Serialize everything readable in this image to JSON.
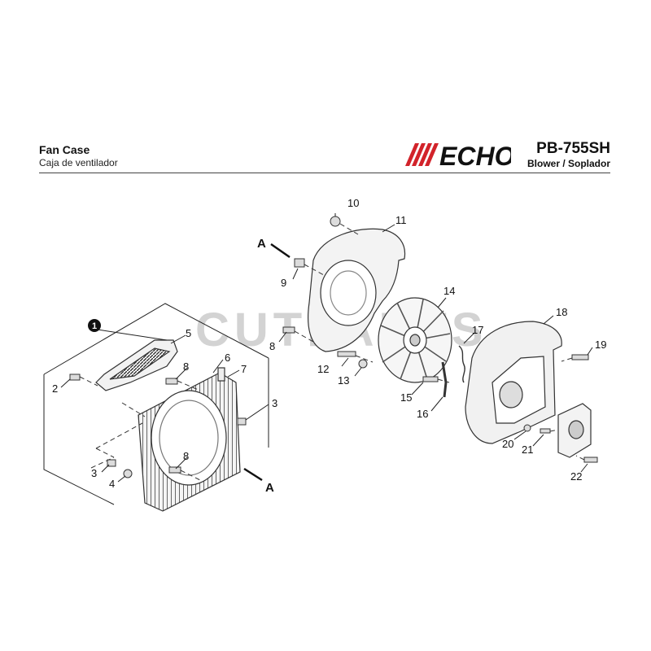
{
  "header": {
    "title": "Fan Case",
    "subtitle": "Caja de ventilador",
    "brand": "ECHO",
    "model": "PB-755SH",
    "model_subtitle": "Blower / Soplador"
  },
  "watermark": "CUTPARTS",
  "callouts": {
    "assembly": "1",
    "ref_a_top": "A",
    "ref_a_bottom": "A",
    "p2": "2",
    "p3a": "3",
    "p3b": "3",
    "p4": "4",
    "p5": "5",
    "p6": "6",
    "p7": "7",
    "p8a": "8",
    "p8b": "8",
    "p8c": "8",
    "p9": "9",
    "p10": "10",
    "p11": "11",
    "p12": "12",
    "p13": "13",
    "p14": "14",
    "p15": "15",
    "p16": "16",
    "p17": "17",
    "p18": "18",
    "p19": "19",
    "p20": "20",
    "p21": "21",
    "p22": "22"
  },
  "colors": {
    "brand": "#d2232a",
    "line": "#222222",
    "part": "#555555",
    "fill": "#efefef"
  }
}
